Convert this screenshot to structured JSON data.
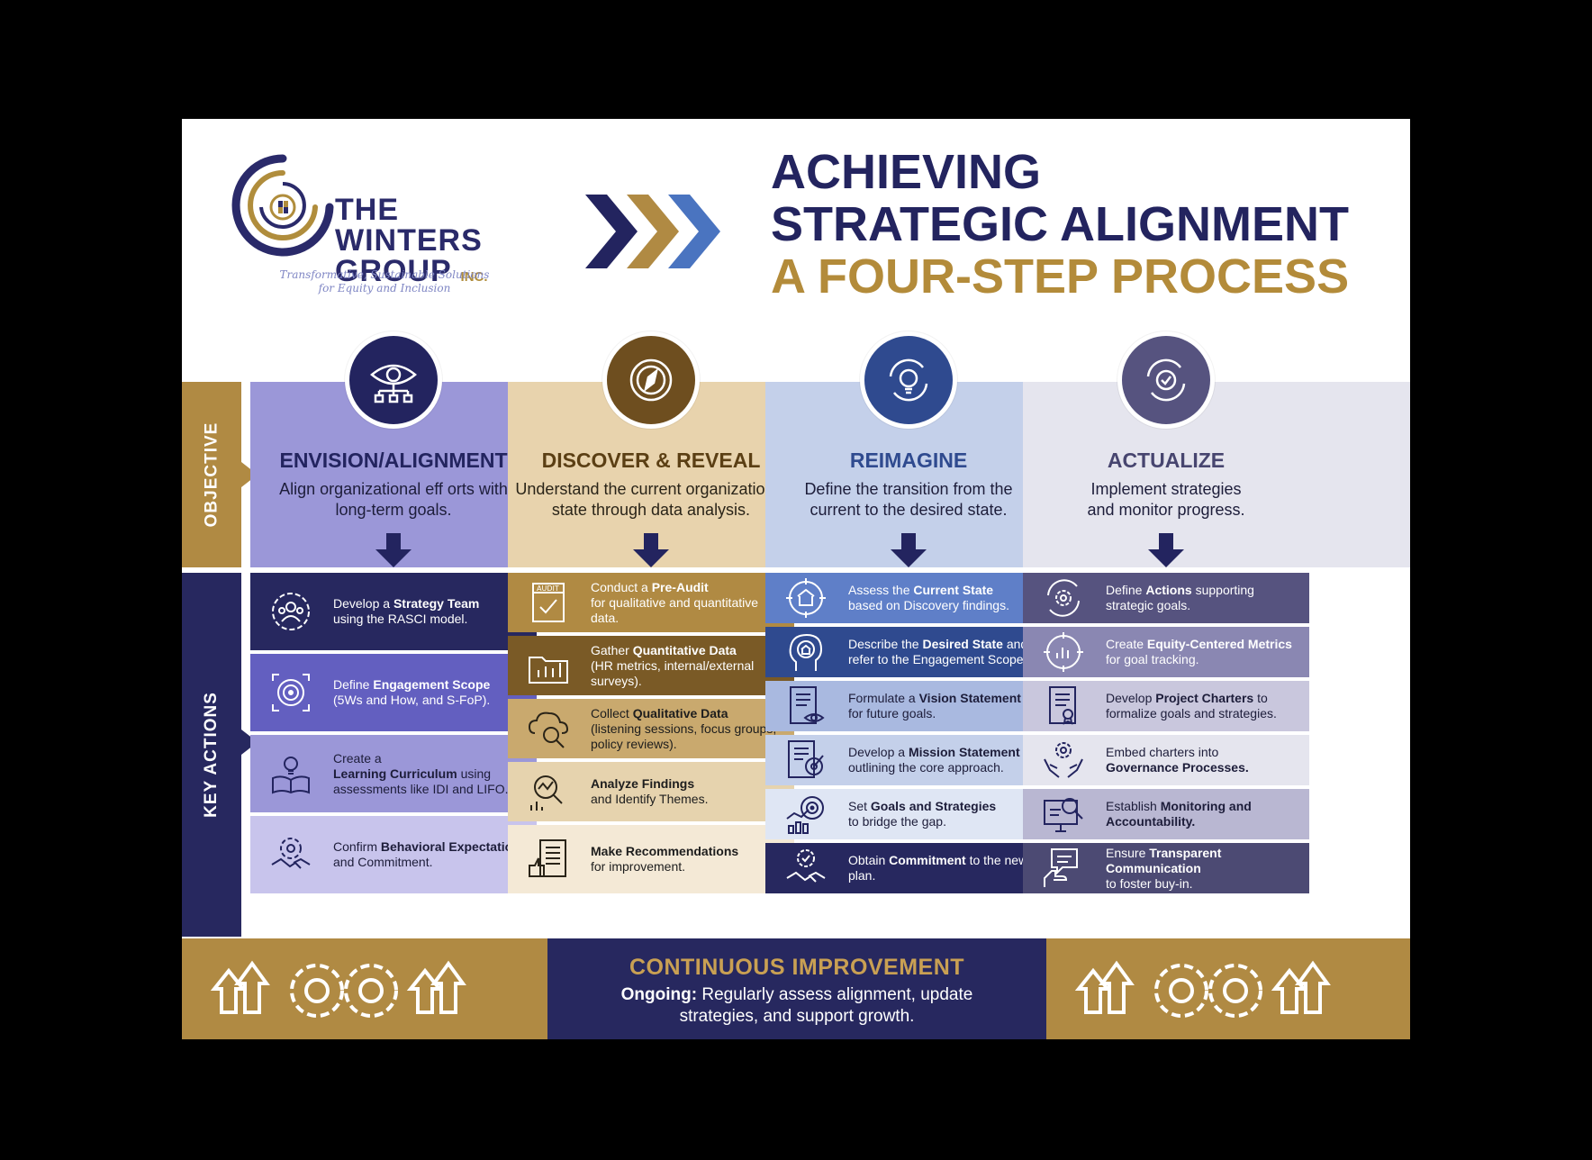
{
  "logo": {
    "line1": "THE",
    "line2": "WINTERS",
    "line3": "GROUP",
    "inc": "INC.",
    "tagline1": "Transformative, Sustainable Solutions",
    "tagline2": "for Equity and Inclusion"
  },
  "title": {
    "line1": "ACHIEVING",
    "line2": "STRATEGIC ALIGNMENT",
    "line3": "A FOUR-STEP PROCESS"
  },
  "side": {
    "objective": "OBJECTIVE",
    "key_actions": "KEY ACTIONS"
  },
  "colors": {
    "navy": "#27285f",
    "gold": "#b08a43",
    "purple": "#9b97d8",
    "tan": "#e8d3ad",
    "lightblue": "#c4d0ea",
    "lightgray": "#e5e5ee"
  },
  "columns": [
    {
      "title": "ENVISION/ALIGNMENT",
      "desc1": "Align organizational eff orts with",
      "desc2": "long-term goals.",
      "icon": "eye-hierarchy-icon",
      "actions": [
        {
          "pre": "Develop a ",
          "bold": "Strategy Team",
          "post": "using the RASCI model.",
          "icon": "team-gear-icon"
        },
        {
          "pre": "Define ",
          "bold": "Engagement Scope",
          "post": "(5Ws and How, and S-FoP).",
          "icon": "target-icon"
        },
        {
          "pre": "Create a ",
          "bold": "Learning Curriculum",
          "post": "using assessments like IDI and LIFO.",
          "icon": "book-bulb-icon"
        },
        {
          "pre": "Confirm ",
          "bold": "Behavioral Expectations",
          "post": "and Commitment.",
          "icon": "handshake-gear-icon"
        }
      ]
    },
    {
      "title": "DISCOVER & REVEAL",
      "desc1": "Understand the current organizational",
      "desc2": "state through data analysis.",
      "icon": "compass-icon",
      "actions": [
        {
          "pre": "Conduct a ",
          "bold": "Pre-Audit",
          "post": "for qualitative and quantitative data.",
          "icon": "audit-icon"
        },
        {
          "pre": "Gather ",
          "bold": "Quantitative Data",
          "post": "(HR metrics, internal/external surveys).",
          "icon": "folder-chart-icon"
        },
        {
          "pre": "Collect ",
          "bold": "Qualitative Data",
          "post": "(listening sessions, focus groups, policy reviews).",
          "icon": "cloud-search-icon"
        },
        {
          "pre": "",
          "bold": "Analyze Findings",
          "post": "and Identify Themes.",
          "icon": "analyze-icon"
        },
        {
          "pre": "",
          "bold": "Make Recommendations",
          "post": "for improvement.",
          "icon": "document-thumb-icon"
        }
      ]
    },
    {
      "title": "REIMAGINE",
      "desc1": "Define the transition from the",
      "desc2": "current to the desired state.",
      "icon": "bulb-cycle-icon",
      "actions": [
        {
          "pre": "Assess the ",
          "bold": "Current State",
          "post": "based on Discovery findings.",
          "icon": "building-target-icon"
        },
        {
          "pre": "Describe the ",
          "bold": "Desired State",
          "post": "and refer to the Engagement Scope.",
          "icon": "head-building-icon"
        },
        {
          "pre": "Formulate a ",
          "bold": "Vision Statement",
          "post": "for future goals.",
          "icon": "document-eye-icon"
        },
        {
          "pre": "Develop a ",
          "bold": "Mission Statement",
          "post": "outlining the core approach.",
          "icon": "document-target-icon"
        },
        {
          "pre": "Set ",
          "bold": "Goals and Strategies",
          "post": "to bridge the gap.",
          "icon": "goal-chart-icon"
        },
        {
          "pre": "Obtain ",
          "bold": "Commitment",
          "post": "to the new plan.",
          "icon": "handshake-check-icon"
        }
      ]
    },
    {
      "title": "ACTUALIZE",
      "desc1": "Implement strategies",
      "desc2": "and monitor progress.",
      "icon": "cycle-check-icon",
      "actions": [
        {
          "pre": "Define ",
          "bold": "Actions",
          "post": "supporting strategic goals.",
          "icon": "gear-cycle-icon"
        },
        {
          "pre": "Create ",
          "bold": "Equity-Centered Metrics",
          "post": "for goal tracking.",
          "icon": "metrics-icon"
        },
        {
          "pre": "Develop ",
          "bold": "Project Charters",
          "post": "to formalize goals and strategies.",
          "icon": "charter-icon"
        },
        {
          "pre": "Embed charters into ",
          "bold": "Governance Processes.",
          "post": "",
          "icon": "hands-gear-icon"
        },
        {
          "pre": "Establish ",
          "bold": "Monitoring and Accountability.",
          "post": "",
          "icon": "monitor-search-icon"
        },
        {
          "pre": "Ensure ",
          "bold": "Transparent Communication",
          "post": "to foster buy-in.",
          "icon": "communication-icon"
        }
      ]
    }
  ],
  "footer": {
    "title": "CONTINUOUS IMPROVEMENT",
    "label": "Ongoing:",
    "desc1": " Regularly assess alignment, update",
    "desc2": "strategies, and support growth."
  }
}
